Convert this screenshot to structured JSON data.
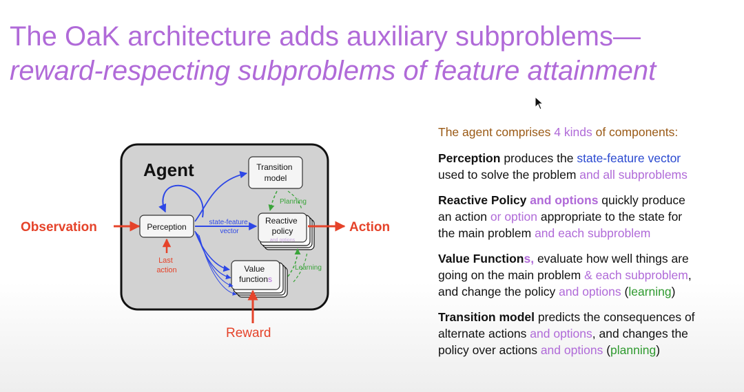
{
  "title": {
    "line1": "The OaK architecture adds auxiliary subproblems—",
    "line2": "reward-respecting subproblems of feature attainment"
  },
  "diagram": {
    "agent": "Agent",
    "observation": "Observation",
    "action": "Action",
    "reward": "Reward",
    "perception": "Perception",
    "transition_model": [
      "Transition",
      "model"
    ],
    "reactive_policy": [
      "Reactive",
      "policy"
    ],
    "value_functions": [
      "Value",
      "function",
      "s"
    ],
    "state_feature_vector": [
      "state-feature",
      "vector"
    ],
    "last_action": [
      "Last",
      "action"
    ],
    "planning": "Planning",
    "learning": "Learning",
    "options_faded": "and options"
  },
  "right_panel": {
    "intro": {
      "a": "The agent comprises ",
      "b": "4",
      "c": " kinds",
      "d": " of components:"
    },
    "perception": {
      "head": "Perception",
      "t1": " produces the ",
      "t2": "state-feature vector",
      "t3": "used to solve the problem ",
      "t4": "and all subproblems"
    },
    "policy": {
      "head": "Reactive Policy",
      "head2": " and options",
      "t1": " quickly produce",
      "t2": "an action ",
      "t3": "or option",
      "t4": " appropriate to the state for",
      "t5": "the main problem ",
      "t6": "and each subproblem"
    },
    "value": {
      "head": "Value Function",
      "head2": "s,",
      "t1": " evaluate how well things are",
      "t2": "going on the main problem ",
      "t3": "& each subproblem",
      "t4": ",",
      "t5": "and change the policy ",
      "t6": "and options",
      "t7": " (",
      "t8": "learning",
      "t9": ")"
    },
    "transition": {
      "head": "Transition model",
      "t1": " predicts the consequences of",
      "t2": "alternate actions ",
      "t3": "and options",
      "t4": ", and changes the",
      "t5": "policy over actions ",
      "t6": "and options",
      "t7": " (",
      "t8": "planning",
      "t9": ")"
    }
  },
  "colors": {
    "title": "#b06ad8",
    "arrow_red": "#e5432a",
    "arrow_blue": "#2d47e6",
    "dashed_green": "#3aa43a",
    "intro_brown": "#9a5a16",
    "agent_fill": "#d2d2d2"
  }
}
